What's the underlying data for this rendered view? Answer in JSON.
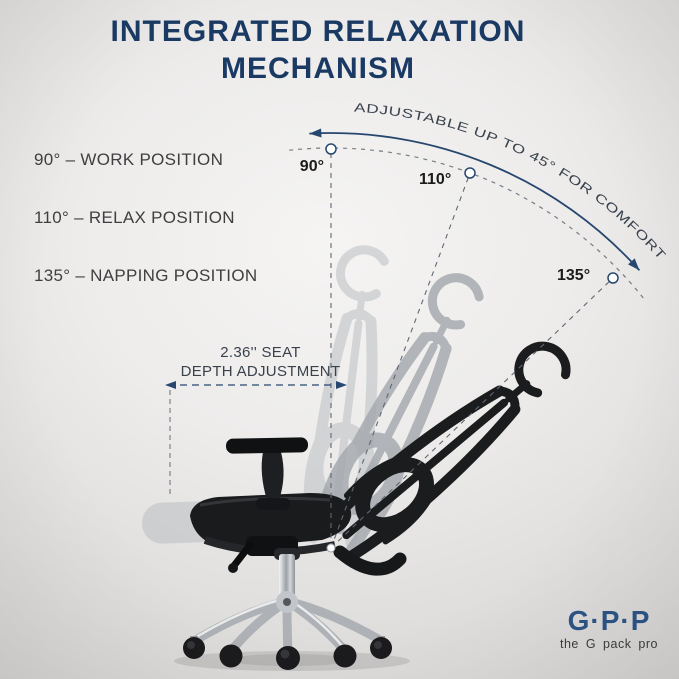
{
  "title": {
    "line1": "INTEGRATED RELAXATION",
    "line2": "MECHANISM"
  },
  "positions": [
    "90° – WORK POSITION",
    "110° – RELAX POSITION",
    "135° – NAPPING POSITION"
  ],
  "angles": [
    "90°",
    "110°",
    "135°"
  ],
  "arc_label": "ADJUSTABLE UP TO 45° FOR COMFORT",
  "seat_depth": {
    "line1": "2.36'' SEAT",
    "line2": "DEPTH ADJUSTMENT"
  },
  "logo": {
    "brand": "G·P·P",
    "tagline": "the G pack pro"
  },
  "diagram": {
    "recline_angles_deg": [
      90,
      110,
      135
    ],
    "adjustable_range": "45°",
    "seat_depth_adjustment": "2.36\""
  },
  "colors": {
    "title_navy": "#1a3a64",
    "arrow_navy": "#27476f",
    "dash_gray": "#5f6873",
    "label_gray": "#3f3f3f",
    "logo_navy": "#2d5586",
    "chair_black": "#1b1c1e",
    "ghost_light": "#c6c9cc",
    "ghost_mid": "#a4a8ad",
    "background": "#e4e3e2"
  }
}
